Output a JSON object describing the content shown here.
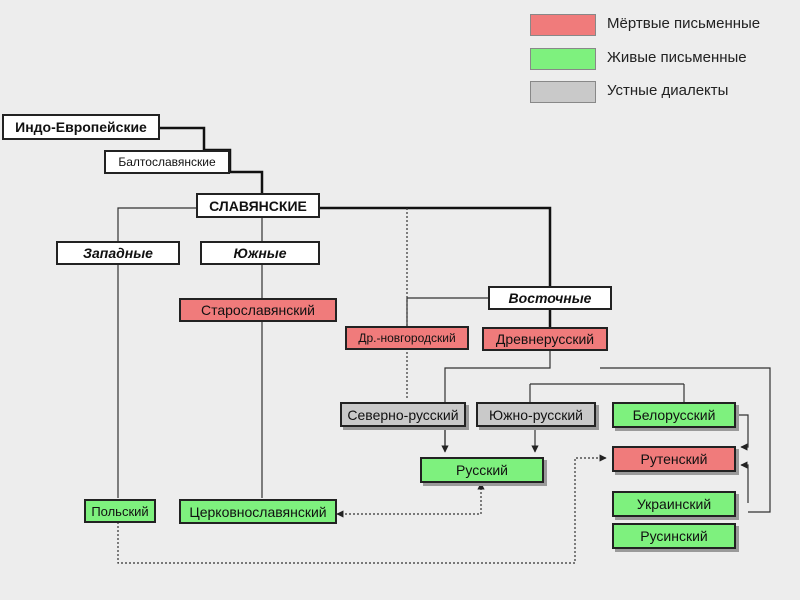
{
  "legend": {
    "dead": {
      "label": "Мёртвые письменные",
      "color": "#f07b7b"
    },
    "living": {
      "label": "Живые письменные",
      "color": "#7ef17e"
    },
    "oral": {
      "label": "Устные диалекты",
      "color": "#c9c9c9"
    }
  },
  "nodes": {
    "indo_european": "Индо-Европейские",
    "balto_slavic": "Балтославянские",
    "slavic": "СЛАВЯНСКИЕ",
    "western": "Западные",
    "southern": "Южные",
    "eastern": "Восточные",
    "old_church_slavonic": "Старославянский",
    "old_novgorod": "Др.-новгородский",
    "old_russian": "Древнерусский",
    "north_russian": "Северно-русский",
    "south_russian": "Южно-русский",
    "belarusian": "Белорусский",
    "russian": "Русский",
    "ruthenian": "Рутенский",
    "polish": "Польский",
    "church_slavonic": "Церковнославянский",
    "ukrainian": "Украинский",
    "rusyn": "Русинский"
  }
}
